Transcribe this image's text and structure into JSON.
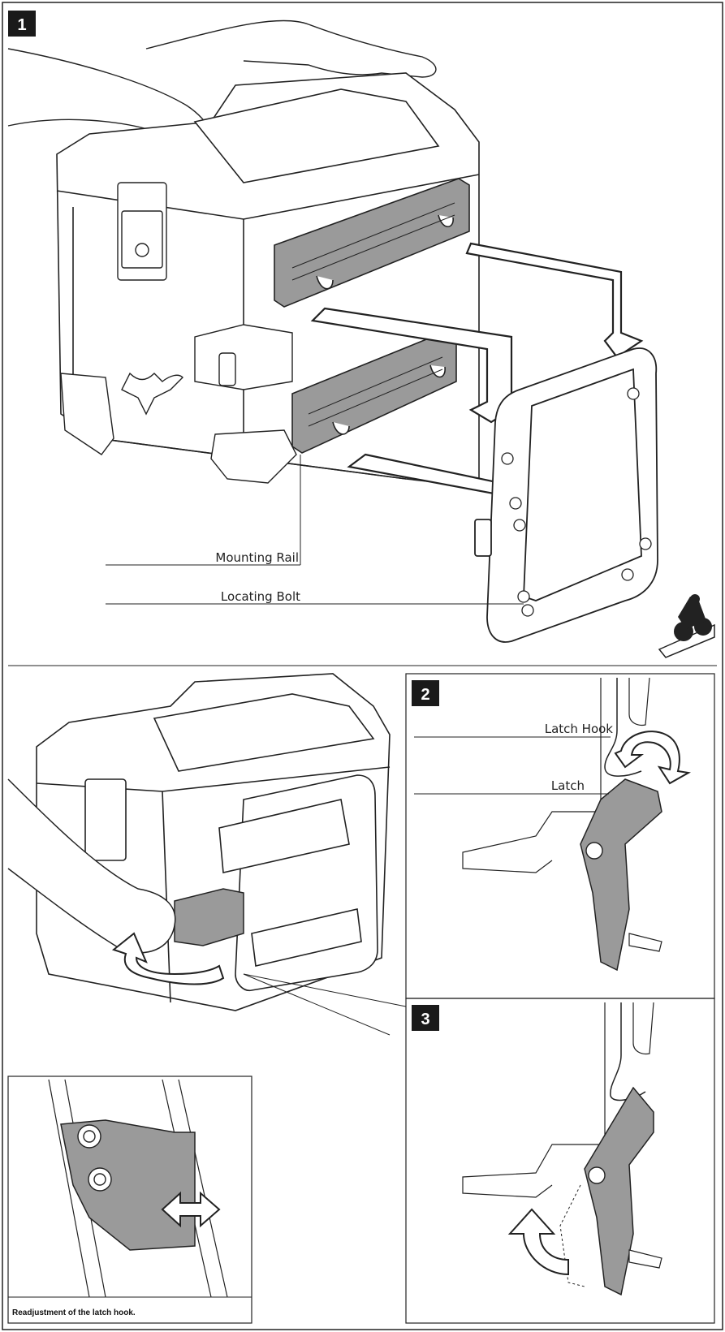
{
  "steps": [
    "1",
    "2",
    "3"
  ],
  "labels": {
    "mounting_rail": "Mounting Rail",
    "locating_bolt": "Locating Bolt",
    "latch_hook": "Latch Hook",
    "latch": "Latch"
  },
  "caption": "Readjustment of the latch hook.",
  "colors": {
    "part_fill": "#9a9a9a",
    "line": "#222222",
    "badge": "#1a1a1a"
  },
  "icons": [
    "hand-icon",
    "arrow-icon",
    "motorcycle-icon",
    "bolt-icon"
  ]
}
